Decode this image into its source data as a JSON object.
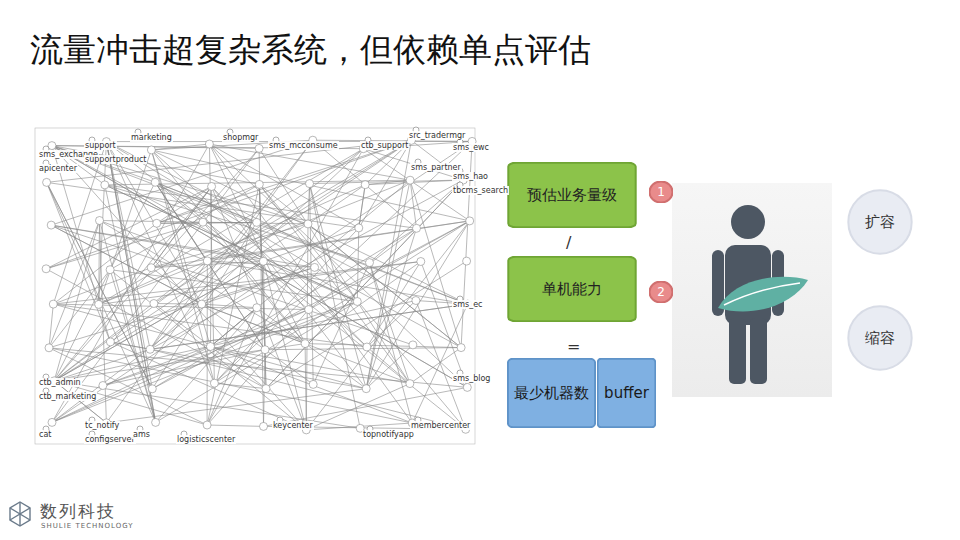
{
  "diagram": {
    "title": "流量冲击超复杂系统，但依赖单点评估",
    "nodes": [
      {
        "text": [
          "预估业务量级"
        ]
      },
      {
        "text": [
          "1"
        ]
      },
      {
        "text": [
          "单机能力"
        ]
      },
      {
        "text": [
          "2"
        ]
      },
      {
        "text": [
          "最少机器数"
        ]
      },
      {
        "text": [
          "buffer"
        ]
      },
      {
        "text": [
          "扩容"
        ]
      },
      {
        "text": [
          "缩容"
        ]
      }
    ],
    "labels": [
      "/",
      "=",
      "sms_exchange",
      "apicenter",
      "support",
      "supportproduct",
      "marketing",
      "shopmgr",
      "sms_mcconsume",
      "ctb_support",
      "src_tradermgr",
      "sms_ewc",
      "sms_partner",
      "sms_hao",
      "tbcms_search",
      "ctb_admin",
      "ctb_marketing",
      "sms_ec",
      "sms_blog",
      "cat",
      "tc_notify",
      "configserver",
      "ams",
      "logisticscenter",
      "keycenter",
      "topnotifyapp",
      "membercenter",
      "数列科技",
      "SHULIE TECHNOLOGY"
    ]
  }
}
